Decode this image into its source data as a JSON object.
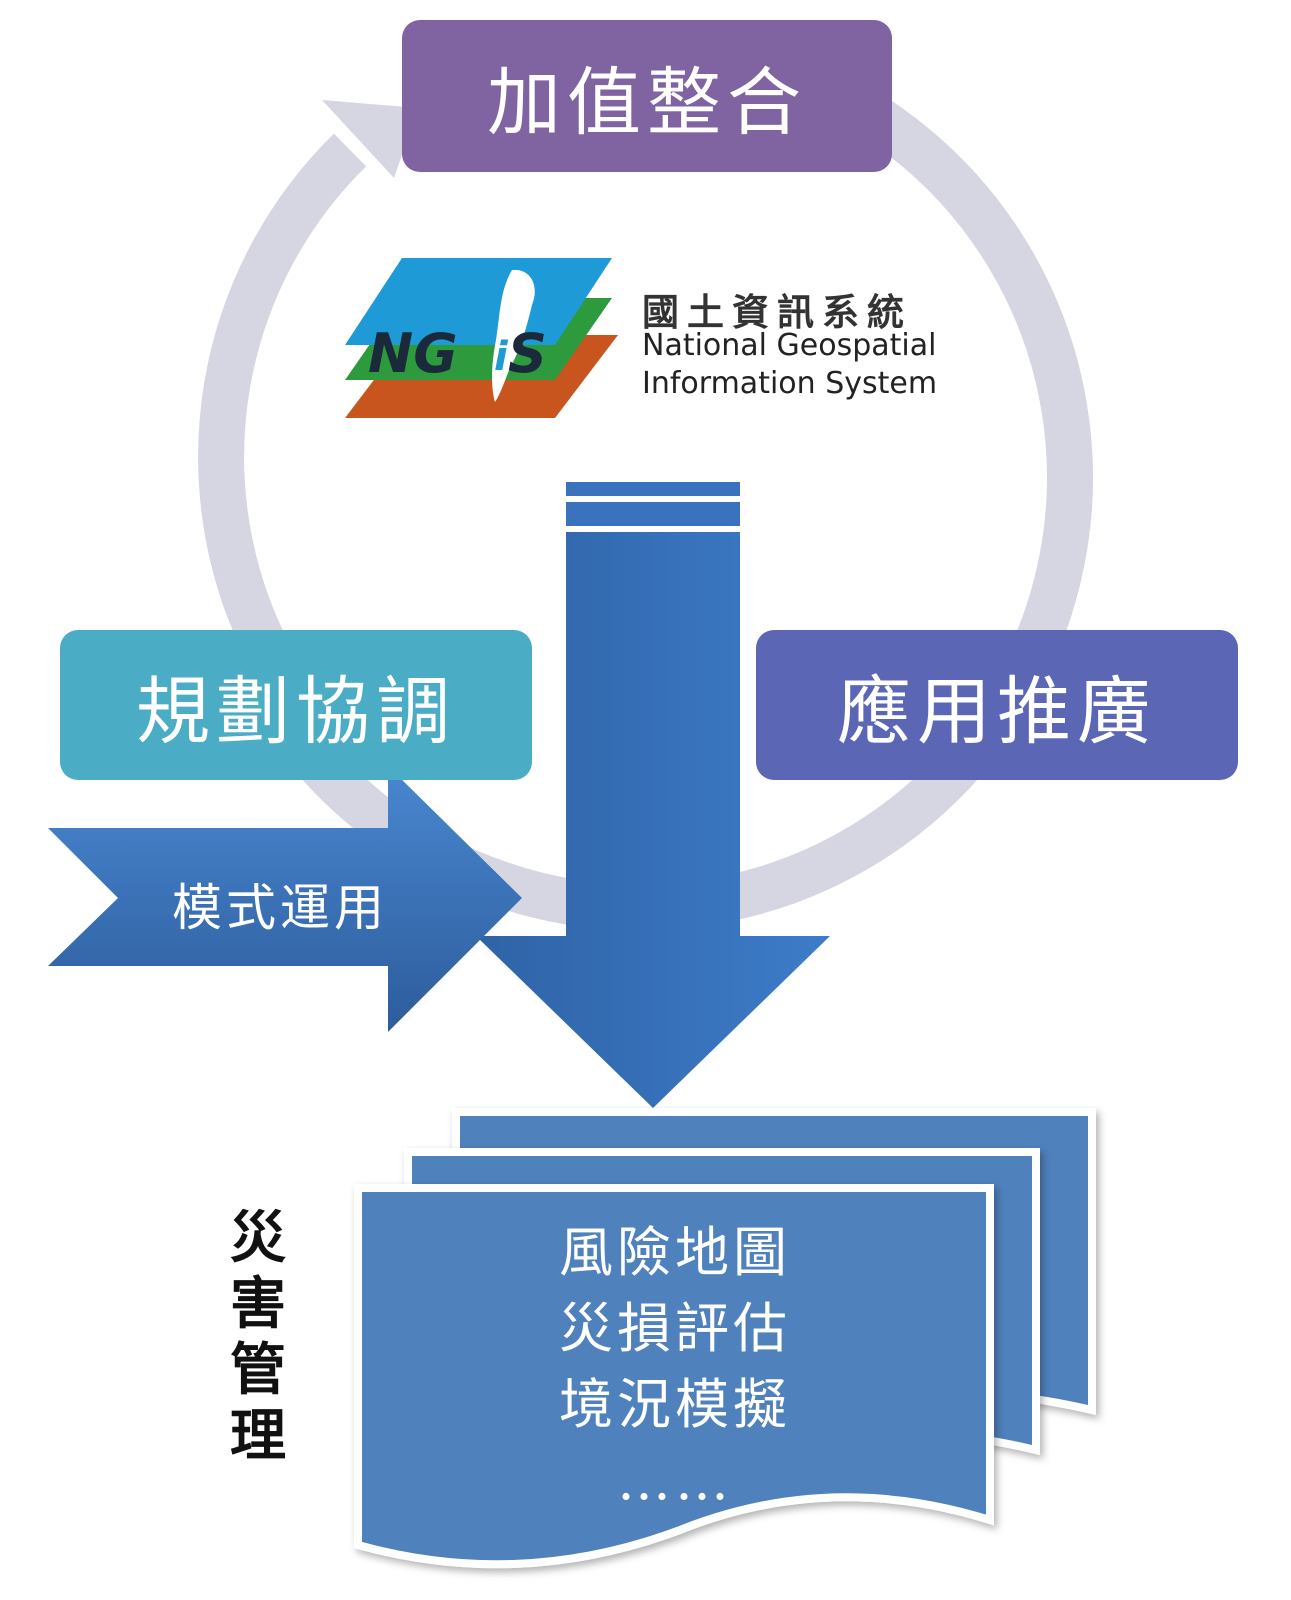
{
  "cycle": {
    "top_label": "加值整合",
    "left_label": "規劃協調",
    "right_label": "應用推廣"
  },
  "logo": {
    "mark_text": "NGiS",
    "chinese_name": "國土資訊系統",
    "english_line1": "National  Geospatial",
    "english_line2": "Information System"
  },
  "arrow_label": "模式運用",
  "side_label": [
    "災",
    "害",
    "管",
    "理"
  ],
  "document": {
    "lines": [
      "風險地圖",
      "災損評估",
      "境況模擬",
      "……"
    ]
  },
  "colors": {
    "top_box": "#8064a2",
    "left_box": "#4bacc6",
    "right_box": "#5b67b5",
    "ring": "#d6d5e2",
    "arrow_blue": "#3a72bd",
    "doc_blue": "#4f81bd",
    "logo_blue": "#1e9ad6",
    "logo_green": "#2e9a3e",
    "logo_orange": "#c9551e"
  }
}
